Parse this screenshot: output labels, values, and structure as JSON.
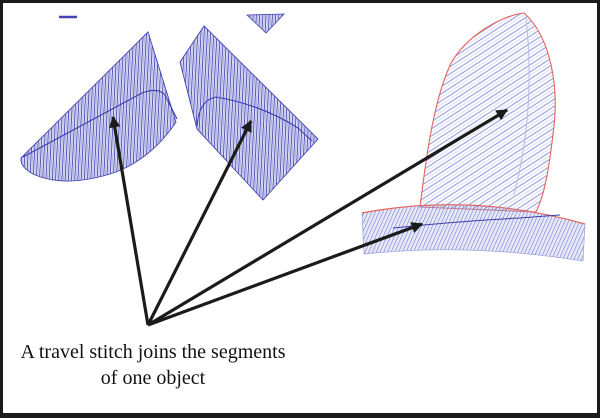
{
  "caption": {
    "line1": "A travel stitch joins the segments",
    "line2": "of one object"
  },
  "figure": {
    "type": "embroidery-stitch-diagram",
    "shapes": [
      {
        "name": "left-chevron-segment",
        "fill_style": "dense blue vertical satin hatch",
        "outline": "blue"
      },
      {
        "name": "right-chevron-segment",
        "fill_style": "dense blue vertical satin hatch",
        "outline": "blue"
      },
      {
        "name": "top-edge-triangle-segment",
        "fill_style": "dense blue vertical satin hatch",
        "outline": "blue"
      },
      {
        "name": "stray-stitch-dash",
        "fill_style": "blue"
      },
      {
        "name": "petal-segment",
        "fill_style": "light blue diagonal hatch",
        "outline": "red"
      },
      {
        "name": "curved-band-segment",
        "fill_style": "light blue diagonal hatch",
        "outline": "red top edge"
      }
    ],
    "travel_stitches": [
      {
        "name": "travel-stitch-left-chevron"
      },
      {
        "name": "travel-stitch-right-chevron"
      },
      {
        "name": "travel-stitch-band"
      },
      {
        "name": "petal-center-stitch"
      }
    ],
    "arrows": [
      {
        "points_to": "travel-stitch-left-chevron"
      },
      {
        "points_to": "travel-stitch-right-chevron"
      },
      {
        "points_to": "petal-segment"
      },
      {
        "points_to": "travel-stitch-band"
      }
    ]
  },
  "colors": {
    "stitch_blue": "#4444b4",
    "stitch_blue_light": "#9aa0de",
    "travel_line_blue": "#3d3db0",
    "outline_red": "#e0645f",
    "arrow_black": "#1b1b1b",
    "border_black": "#1a1a1a",
    "background": "#ffffff",
    "text": "#111111"
  }
}
